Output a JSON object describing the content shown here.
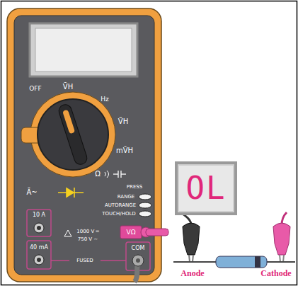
{
  "diagram": {
    "nodes": [
      {
        "text": [
          "OL"
        ]
      }
    ],
    "labels": [
      "OFF",
      "V̄H",
      "Hz",
      "ṼH",
      "mV̄H",
      "Ω",
      "Ā~",
      "PRESS",
      "RANGE",
      "AUTORANGE",
      "TOUCH/HOLD",
      "10 A",
      "40 mA",
      "VΩ",
      "COM",
      "1000 V ═",
      "750 V ~",
      "FUSED",
      "Anode",
      "Cathode"
    ]
  }
}
